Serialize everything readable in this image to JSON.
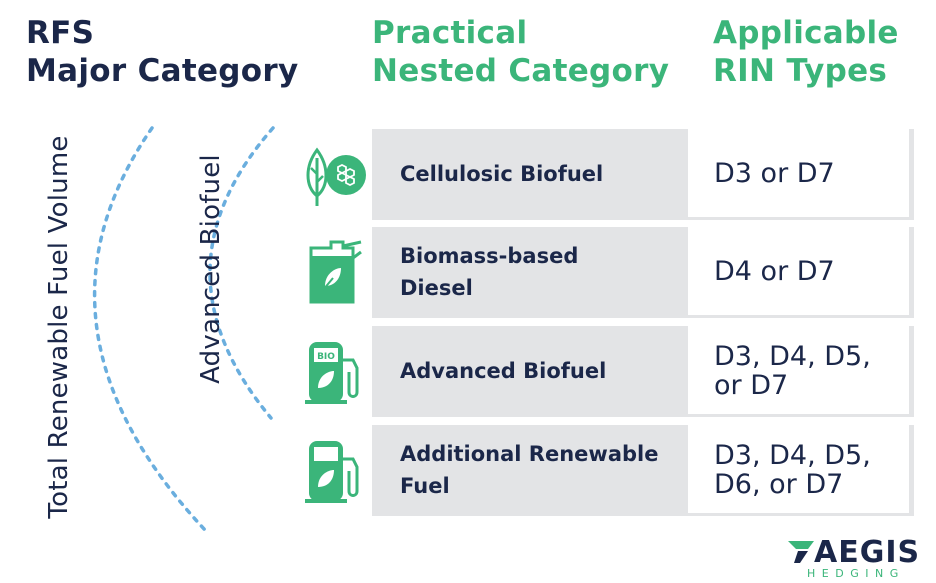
{
  "headers": {
    "left": [
      "RFS",
      "Major Category"
    ],
    "middle": [
      "Practical",
      "Nested Category"
    ],
    "right": [
      "Applicable",
      "RIN Types"
    ]
  },
  "vertical_labels": {
    "outer": "Total Renewable Fuel Volume",
    "inner": "Advanced Biofuel"
  },
  "rows": [
    {
      "icon": "plant-cells-icon",
      "name": "Cellulosic Biofuel",
      "rin": "D3 or D7"
    },
    {
      "icon": "fuel-canister-icon",
      "name": "Biomass-based Diesel",
      "rin": "D4 or D7"
    },
    {
      "icon": "bio-fuel-pump-icon",
      "name": "Advanced Biofuel",
      "rin": "D3, D4, D5, or D7"
    },
    {
      "icon": "fuel-pump-icon",
      "name": "Additional Renewable Fuel",
      "rin": "D3, D4, D5, D6, or D7"
    }
  ],
  "logo": {
    "name": "AEGIS",
    "sub": "HEDGING",
    "pump_label": "BIO"
  },
  "colors": {
    "navy": "#1b2749",
    "green": "#3bb57a",
    "arc_blue": "#6aaede",
    "row_gray": "#e3e4e6"
  }
}
